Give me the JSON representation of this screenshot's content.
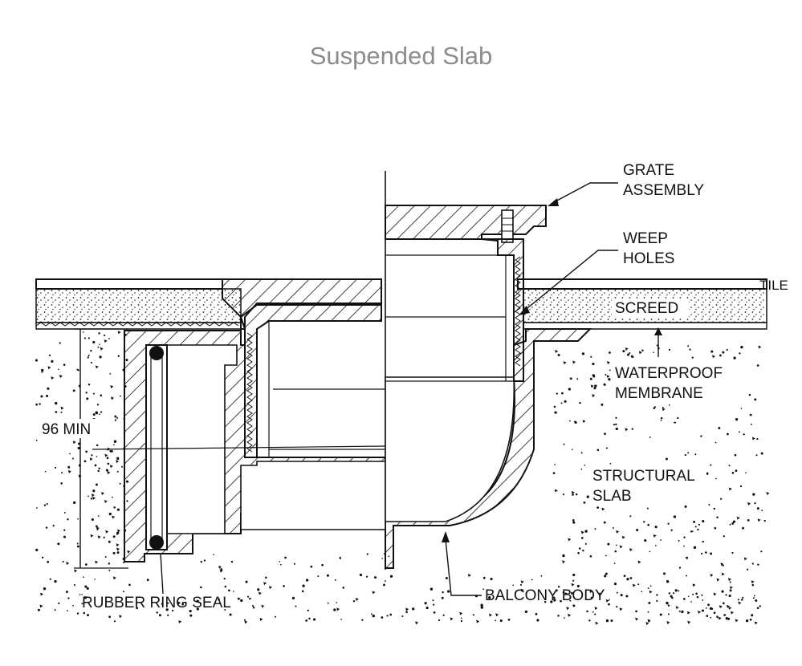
{
  "diagram": {
    "title": "Suspended Slab",
    "labels": {
      "grate_line1": "GRATE",
      "grate_line2": "ASSEMBLY",
      "weep_line1": "WEEP",
      "weep_line2": "HOLES",
      "tile": "TILE",
      "screed": "SCREED",
      "membrane_line1": "WATERPROOF",
      "membrane_line2": "MEMBRANE",
      "slab_line1": "STRUCTURAL",
      "slab_line2": "SLAB",
      "dimension": "96  MIN",
      "rubber_ring_seal": "RUBBER  RING  SEAL",
      "balcony_body": "BALCONY  BODY"
    }
  }
}
